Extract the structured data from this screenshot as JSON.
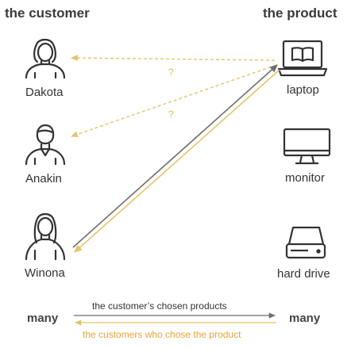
{
  "columns": {
    "left": "the customer",
    "right": "the product"
  },
  "customers": [
    "Dakota",
    "Anakin",
    "Winona"
  ],
  "products": [
    "laptop",
    "monitor",
    "hard drive"
  ],
  "question_marks": [
    "?",
    "?"
  ],
  "cardinality": {
    "left": "many",
    "right": "many"
  },
  "captions": {
    "forward": "the customer’s chosen products",
    "backward": "the customers who chose the product"
  },
  "colors": {
    "gray": "#6e6e6e",
    "gold": "#e6c36a",
    "dark": "#333333"
  },
  "icons": [
    "person-female-icon",
    "person-male-icon",
    "laptop-icon",
    "monitor-icon",
    "hard-drive-icon"
  ]
}
